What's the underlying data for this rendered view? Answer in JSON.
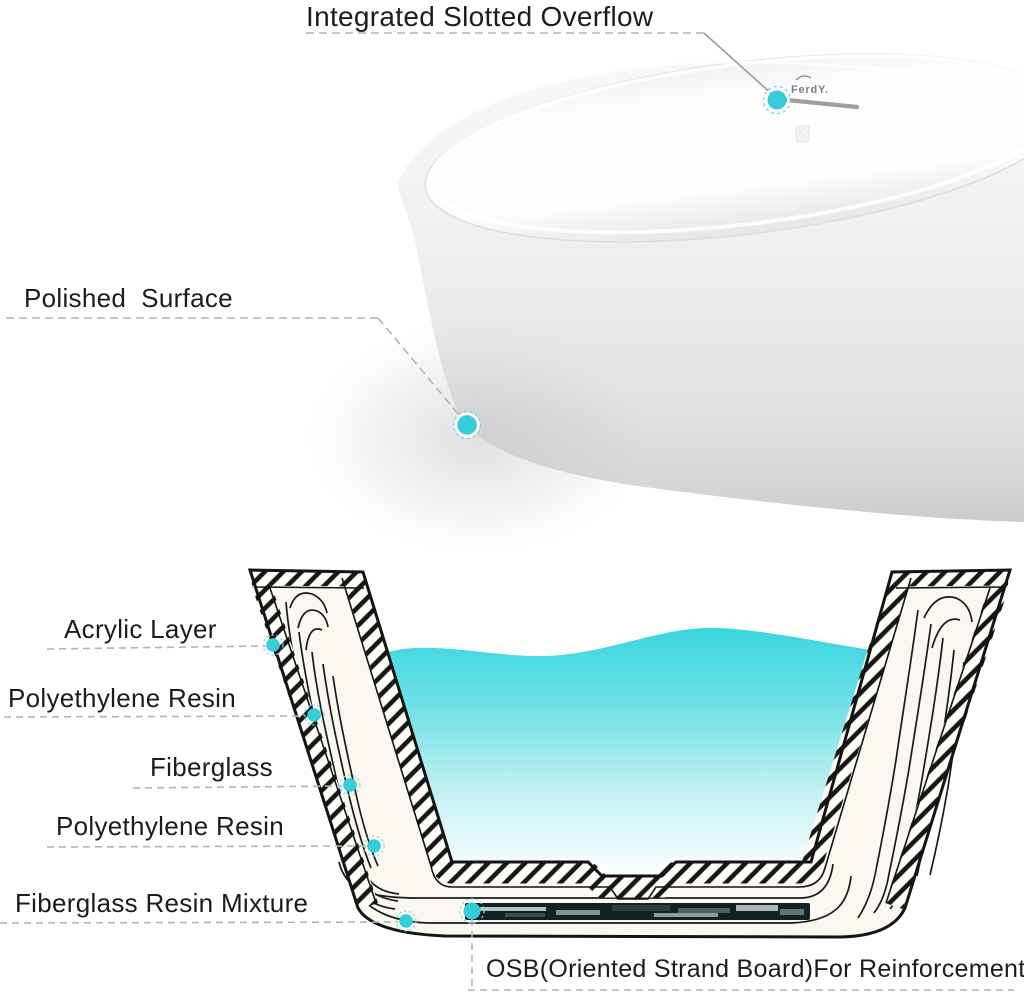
{
  "callouts": {
    "overflow_label": "Integrated Slotted Overflow",
    "surface_label": "Polished  Surface"
  },
  "brand": {
    "logo_text": "FerdY."
  },
  "cross_section": {
    "layer_labels": [
      "Acrylic Layer",
      "Polyethylene Resin",
      "Fiberglass",
      "Polyethylene Resin",
      "Fiberglass Resin Mixture"
    ],
    "osb_label": "OSB(Oriented Strand Board)For Reinforcement"
  },
  "colors": {
    "accent": "#35CDDA",
    "water_top": "#3AD6DE",
    "ink": "#1C1C1C",
    "dash_gray": "#B4B4B4"
  }
}
